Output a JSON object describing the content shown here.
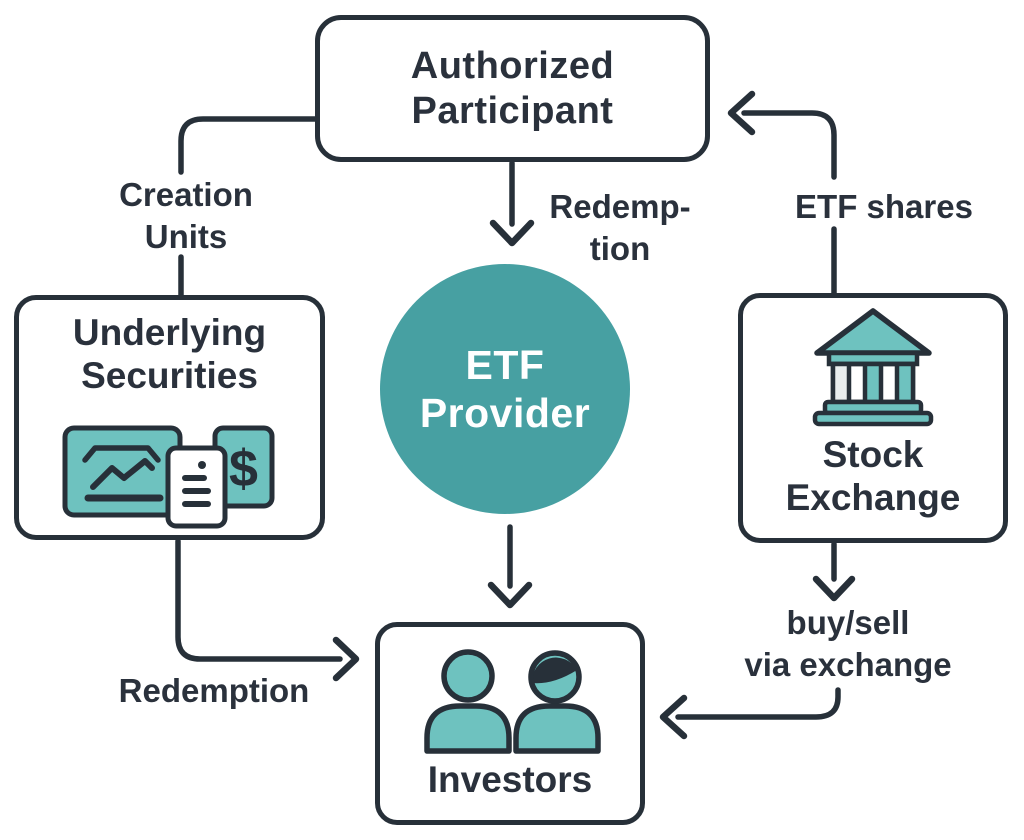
{
  "diagram": {
    "title_implicit": "ETF creation and redemption flow",
    "colors": {
      "accent_teal": "#47a0a2",
      "icon_teal": "#6ec2bf",
      "line_dark": "#273039",
      "text_dark": "#2a313c",
      "background": "#ffffff"
    }
  },
  "nodes": {
    "authorized_participant": {
      "line1": "Authorized",
      "line2": "Participant"
    },
    "etf_provider": {
      "line1": "ETF",
      "line2": "Provider"
    },
    "underlying_securities": {
      "line1": "Underlying",
      "line2": "Securities"
    },
    "stock_exchange": {
      "line1": "Stock",
      "line2": "Exchange"
    },
    "investors": {
      "label": "Investors"
    }
  },
  "edge_labels": {
    "creation_units": {
      "line1": "Creation",
      "line2": "Units"
    },
    "redemption_top": {
      "line1": "Redemp-",
      "line2": "tion"
    },
    "etf_shares": "ETF shares",
    "redemption_bottom": "Redemption",
    "buy_sell": {
      "line1": "buy/sell",
      "line2": "via exchange"
    }
  },
  "icons": {
    "dollar_sign": "$"
  }
}
